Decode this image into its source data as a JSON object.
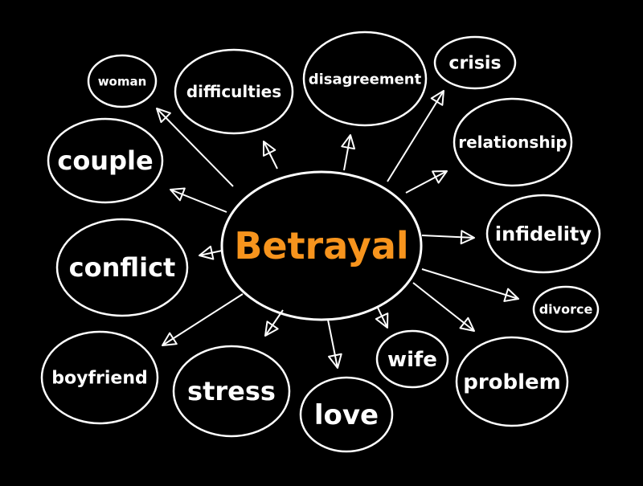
{
  "diagram": {
    "center": {
      "label": "Betrayal",
      "color": "#f7941d"
    },
    "line_color": "#ffffff",
    "background": "#000000",
    "nodes": [
      {
        "id": "woman",
        "label": "woman"
      },
      {
        "id": "difficulties",
        "label": "difficulties"
      },
      {
        "id": "disagreement",
        "label": "disagreement"
      },
      {
        "id": "crisis",
        "label": "crisis"
      },
      {
        "id": "relationship",
        "label": "relationship"
      },
      {
        "id": "infidelity",
        "label": "infidelity"
      },
      {
        "id": "divorce",
        "label": "divorce"
      },
      {
        "id": "problem",
        "label": "problem"
      },
      {
        "id": "wife",
        "label": "wife"
      },
      {
        "id": "love",
        "label": "love"
      },
      {
        "id": "stress",
        "label": "stress"
      },
      {
        "id": "boyfriend",
        "label": "boyfriend"
      },
      {
        "id": "conflict",
        "label": "conflict"
      },
      {
        "id": "couple",
        "label": "couple"
      }
    ]
  }
}
